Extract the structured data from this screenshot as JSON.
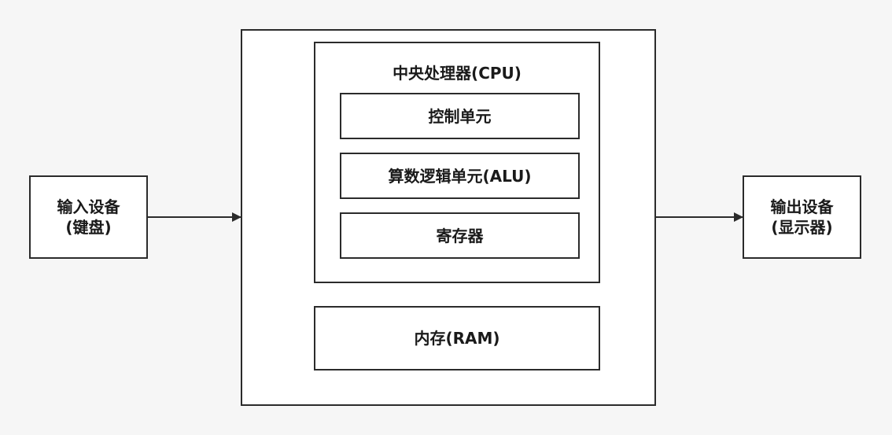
{
  "diagram": {
    "input_device": {
      "line1": "输入设备",
      "line2": "(键盘)"
    },
    "output_device": {
      "line1": "输出设备",
      "line2": "(显示器)"
    },
    "cpu": {
      "title": "中央处理器(CPU)",
      "control_unit": "控制单元",
      "alu": "算数逻辑单元(ALU)",
      "registers": "寄存器"
    },
    "memory": "内存(RAM)"
  },
  "colors": {
    "stroke": "#2b2b2b",
    "background": "#f6f6f6",
    "box_fill": "#ffffff"
  }
}
